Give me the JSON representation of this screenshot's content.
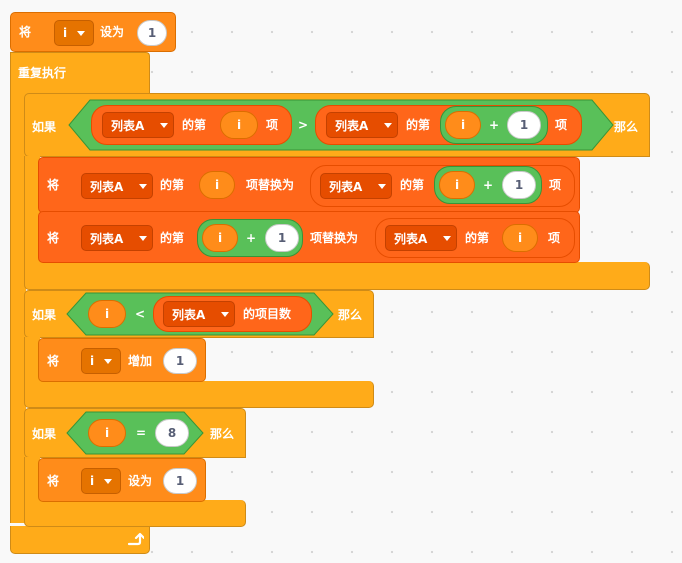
{
  "blocks": {
    "set1": {
      "kw": "将",
      "var": "i",
      "op": "设为",
      "value": "1"
    },
    "repeat": {
      "label": "重复执行"
    },
    "if1": {
      "kw": "如果",
      "then": "那么",
      "cond": {
        "left": {
          "list": "列表A",
          "pre": "的第",
          "index": "i",
          "post": "项"
        },
        "op": ">",
        "right": {
          "list": "列表A",
          "pre": "的第",
          "index_var": "i",
          "plus": "+",
          "index_num": "1",
          "post": "项"
        }
      },
      "replace1": {
        "kw": "将",
        "list": "列表A",
        "pre": "的第",
        "index": "i",
        "mid": "项替换为",
        "val": {
          "list": "列表A",
          "pre": "的第",
          "index_var": "i",
          "plus": "+",
          "index_num": "1",
          "post": "项"
        }
      },
      "replace2": {
        "kw": "将",
        "list": "列表A",
        "pre": "的第",
        "index_var": "i",
        "plus": "+",
        "index_num": "1",
        "mid": "项替换为",
        "val": {
          "list": "列表A",
          "pre": "的第",
          "index": "i",
          "post": "项"
        }
      }
    },
    "if2": {
      "kw": "如果",
      "then": "那么",
      "cond": {
        "left": "i",
        "op": "<",
        "list": "列表A",
        "suffix": "的项目数"
      },
      "change": {
        "kw": "将",
        "var": "i",
        "op": "增加",
        "value": "1"
      }
    },
    "if3": {
      "kw": "如果",
      "then": "那么",
      "cond": {
        "left": "i",
        "op": "=",
        "right": "8"
      },
      "set": {
        "kw": "将",
        "var": "i",
        "op": "设为",
        "value": "1"
      }
    }
  },
  "colors": {
    "control": "#ffab19",
    "variables": "#ff8c1a",
    "lists": "#ff661a",
    "operators": "#59c059"
  }
}
